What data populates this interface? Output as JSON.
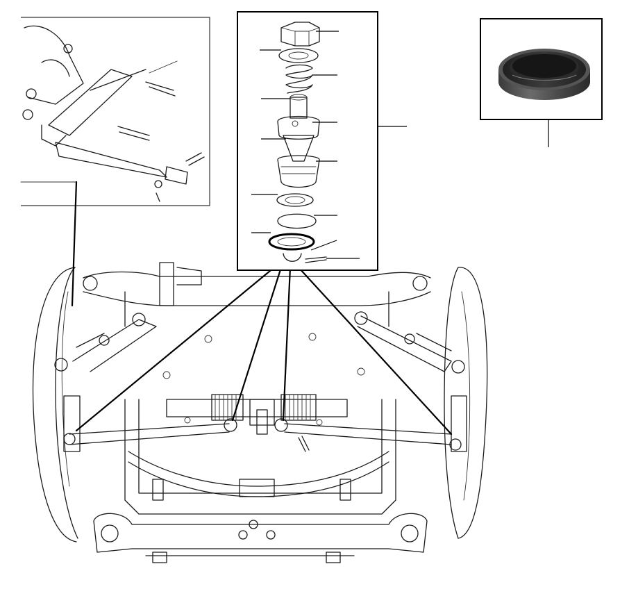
{
  "diagram": {
    "subject": "front-suspension-steering-exploded-view",
    "callouts": {
      "main_exploded_part_count": 12,
      "photo_part": "steering-column-bush-ring"
    }
  }
}
